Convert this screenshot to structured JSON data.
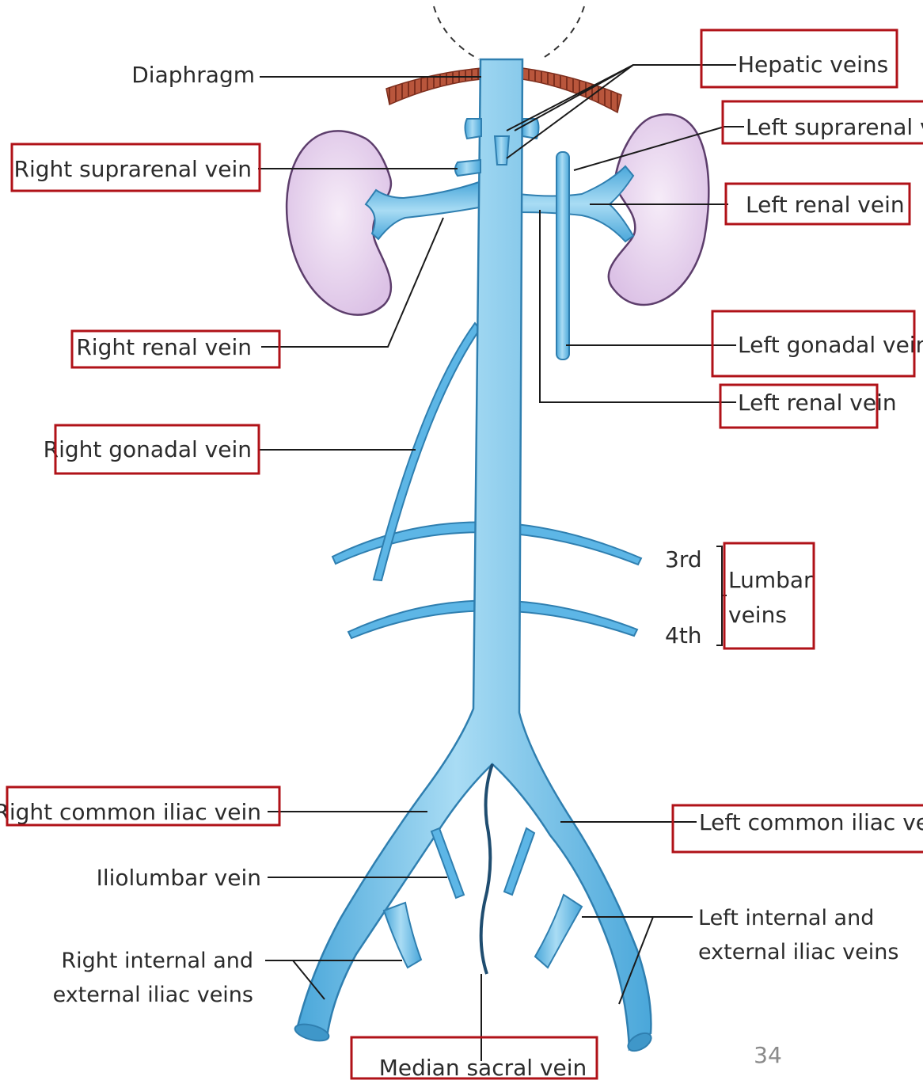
{
  "labels": {
    "diaphragm": "Diaphragm",
    "hepatic_veins": "Hepatic veins",
    "left_suprarenal_vein": "Left suprarenal ve",
    "right_suprarenal_vein": "Right suprarenal vein",
    "left_renal_vein_top": "Left renal vein",
    "right_renal_vein": "Right renal vein",
    "left_gonadal_vein": "Left gonadal vein",
    "left_renal_vein_lower": "Left renal vein",
    "right_gonadal_vein": "Right gonadal vein",
    "lumbar_3rd": "3rd",
    "lumbar_4th": "4th",
    "lumbar_veins_line1": "Lumbar",
    "lumbar_veins_line2": "veins",
    "right_common_iliac_vein": "Right common iliac vein",
    "left_common_iliac_vein": "Left common iliac vei",
    "iliolumbar_vein": "Iliolumbar vein",
    "left_int_ext_iliac_line1": "Left internal and",
    "left_int_ext_iliac_line2": "external iliac veins",
    "right_int_ext_iliac_line1": "Right internal and",
    "right_int_ext_iliac_line2": "external iliac veins",
    "median_sacral_vein": "Median sacral vein"
  },
  "page_number": "34",
  "colors": {
    "vein": "#5db6e6",
    "vein_highlight": "#b7e0f5",
    "vein_outline": "#2f7fb0",
    "kidney": "#e8d4ee",
    "kidney_outline": "#6a4a78",
    "diaphragm": "#a34a32",
    "highlight_box": "#b01218"
  }
}
